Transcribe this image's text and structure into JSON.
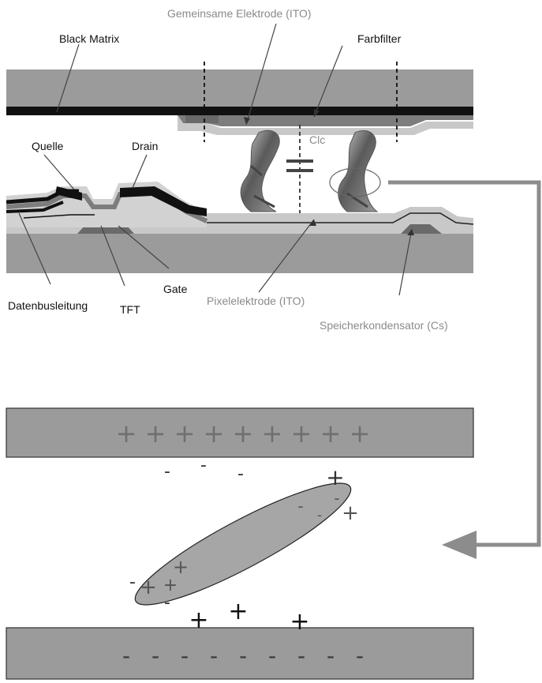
{
  "labels": {
    "common_electrode": "Gemeinsame Elektrode (ITO)",
    "black_matrix": "Black Matrix",
    "color_filter": "Farbfilter",
    "source": "Quelle",
    "drain": "Drain",
    "clc": "Clc",
    "gate": "Gate",
    "data_bus_line": "Datenbusleitung",
    "tft": "TFT",
    "pixel_electrode": "Pixelelektrode (ITO)",
    "storage_capacitor": "Speicherkondensator (Cs)"
  },
  "charges": {
    "plus": "+",
    "minus": "-"
  },
  "colors": {
    "plate_gray": "#9b9b9b",
    "layer_light": "#c8c8c8",
    "layer_mid": "#7d7d7d",
    "black": "#111111",
    "arrow_gray": "#8c8c8c",
    "crystal_fill": "#a6a6a6"
  }
}
